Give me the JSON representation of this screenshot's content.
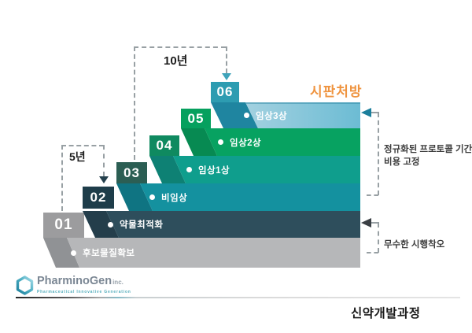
{
  "timeline": {
    "ten_years": "10년",
    "five_years": "5년"
  },
  "market_label": "시판처방",
  "right_annotations": {
    "protocol_line1": "정규화된 프로토콜 기간",
    "protocol_line2": "비용 고정",
    "trial_error": "무수한 시행착오"
  },
  "steps": [
    {
      "num": "01",
      "label": "후보물질확보",
      "block_color": "#9c9c9e",
      "bar_color": "#b6b7b9",
      "fold_color": "#909295"
    },
    {
      "num": "02",
      "label": "약물최적화",
      "block_color": "#1e3d4a",
      "bar_color": "#2e4e5c",
      "fold_color": "#243e4b"
    },
    {
      "num": "03",
      "label": "비임상",
      "block_color": "#2b5e53",
      "bar_color": "#14919f",
      "fold_color": "#0f7482"
    },
    {
      "num": "04",
      "label": "임상1상",
      "block_color": "#0f8a60",
      "bar_color": "#0f9e8d",
      "fold_color": "#0e8174"
    },
    {
      "num": "05",
      "label": "임상2상",
      "block_color": "#06a05e",
      "bar_color": "#07a261",
      "fold_color": "#078a52"
    },
    {
      "num": "06",
      "label": "임상3상",
      "block_color": "#2d9cb1",
      "bar_color_left": "#a3d1e0",
      "bar_color_right": "#6cbcd4",
      "fold_color": "#1f85a0"
    }
  ],
  "colors": {
    "accent_orange": "#ef9440",
    "dash_gray": "#98a0a4",
    "ten_year_arrow": "#3fa3ba",
    "five_year_arrow": "#243f4c",
    "protocol_arrow": "#1b7f9c",
    "trial_arrow": "#3a3f44"
  },
  "logo": {
    "name": "PharminoGen",
    "suffix": "inc.",
    "tagline": "Pharmaceutical Innovative Generation"
  },
  "footer_title": "신약개발과정"
}
